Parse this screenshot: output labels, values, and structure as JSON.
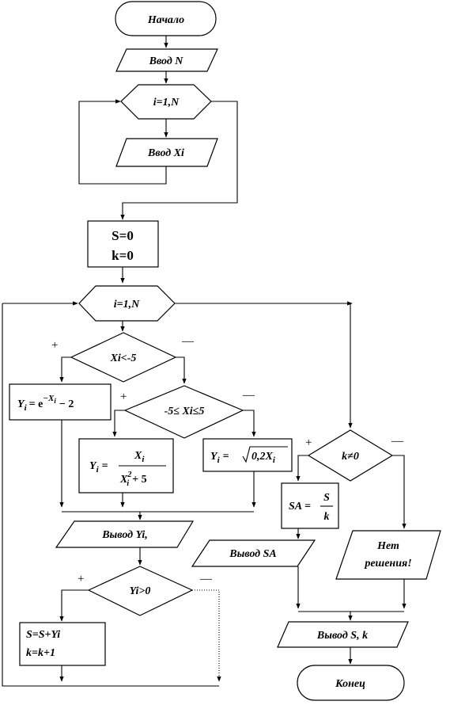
{
  "blocks": {
    "start": "Начало",
    "input_n": "Ввод N",
    "loop1": "i=1,N",
    "input_xi": "Ввод Xi",
    "init_s": "S=0",
    "init_k": "k=0",
    "loop2": "i=1,N",
    "cond1": "Xi<-5",
    "cond2": "-5≤ Xi≤5",
    "output_yi": "Вывод Yi,",
    "cond3": "Yi>0",
    "sum_s": "S=S+Yi",
    "sum_k": "k=k+1",
    "cond4": "k≠0",
    "output_sa": "Вывод SA",
    "no_solution_1": "Нет",
    "no_solution_2": "решения!",
    "output_s_k": "Вывод S, k",
    "end": "Конец"
  },
  "formulas": {
    "f1_lhs": "Y",
    "f1_sub": "i",
    "f1_eq": "= e",
    "f1_exp": "−X",
    "f1_exp_sub": "i",
    "f1_tail": "− 2",
    "f2_lhs": "Y",
    "f2_sub": "i",
    "f2_eq": "=",
    "f2_num": "X",
    "f2_num_sub": "i",
    "f2_den": "X",
    "f2_den_sub": "i",
    "f2_den_sup": "2",
    "f2_den_tail": "+ 5",
    "f3_lhs": "Y",
    "f3_sub": "i",
    "f3_eq": "=",
    "f3_body": "0,2X",
    "f3_body_sub": "i",
    "f4_lhs": "SA",
    "f4_eq": "=",
    "f4_num": "S",
    "f4_den": "k"
  },
  "signs": {
    "plus": "+",
    "minus": "—"
  }
}
